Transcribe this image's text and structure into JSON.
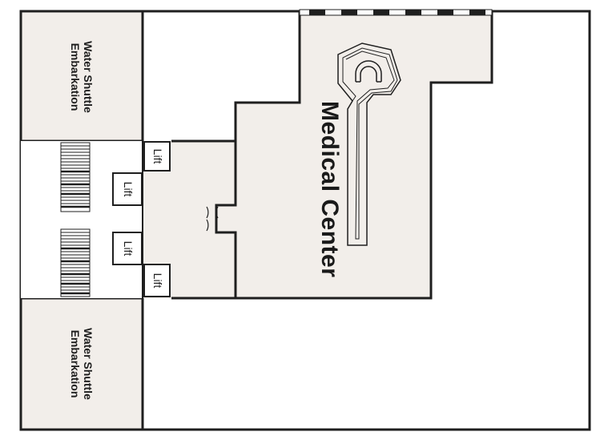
{
  "map": {
    "labels": {
      "water_shuttle_top": "Water Shuttle\nEmbarkation",
      "water_shuttle_bottom": "Water Shuttle\nEmbarkation",
      "medical_center": "Medical Center",
      "lift_1": "Lift",
      "lift_2": "Lift",
      "lift_3": "Lift",
      "lift_4": "Lift"
    },
    "colors": {
      "room_fill": "#f2eeea",
      "wall": "#1f1f1f",
      "background": "#ffffff"
    }
  }
}
